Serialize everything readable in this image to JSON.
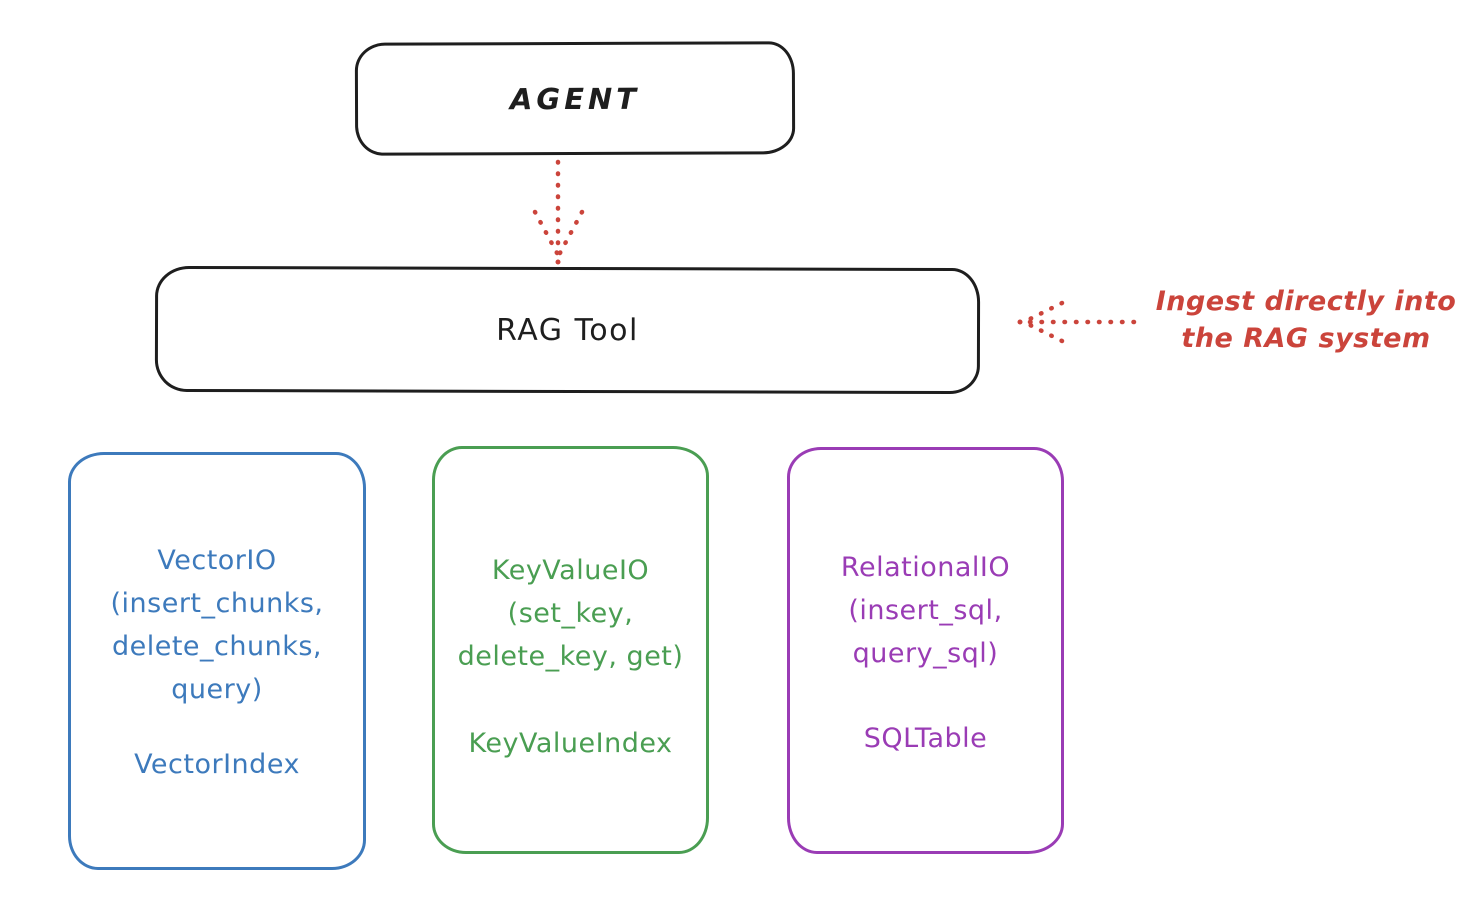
{
  "diagram": {
    "title_hint": "RAG Tool architecture diagram",
    "nodes": {
      "agent": {
        "label": "AGENT"
      },
      "rag_tool": {
        "label": "RAG Tool"
      }
    },
    "annotation": {
      "line1": "Ingest directly into",
      "line2": "the RAG system"
    },
    "backends": [
      {
        "id": "vector-io",
        "color": "#3d7abc",
        "lines": [
          "VectorIO",
          "(insert_chunks,",
          "delete_chunks,",
          "query)"
        ],
        "index_label": "VectorIndex"
      },
      {
        "id": "keyvalue-io",
        "color": "#4a9e52",
        "lines": [
          "KeyValueIO",
          "(set_key,",
          "delete_key, get)"
        ],
        "index_label": "KeyValueIndex"
      },
      {
        "id": "relational-io",
        "color": "#9a3cb5",
        "lines": [
          "RelationalIO",
          "(insert_sql,",
          "query_sql)"
        ],
        "index_label": "SQLTable"
      }
    ],
    "arrows": [
      {
        "id": "agent-to-ragtool",
        "style": "dotted",
        "color": "#cb443b",
        "direction": "down"
      },
      {
        "id": "annotation-to-ragtool",
        "style": "dotted",
        "color": "#cb443b",
        "direction": "left"
      }
    ]
  },
  "colors": {
    "ink": "#1e1e1e",
    "red": "#cb443b",
    "blue": "#3d7abc",
    "green": "#4a9e52",
    "purple": "#9a3cb5",
    "bg": "#ffffff"
  }
}
